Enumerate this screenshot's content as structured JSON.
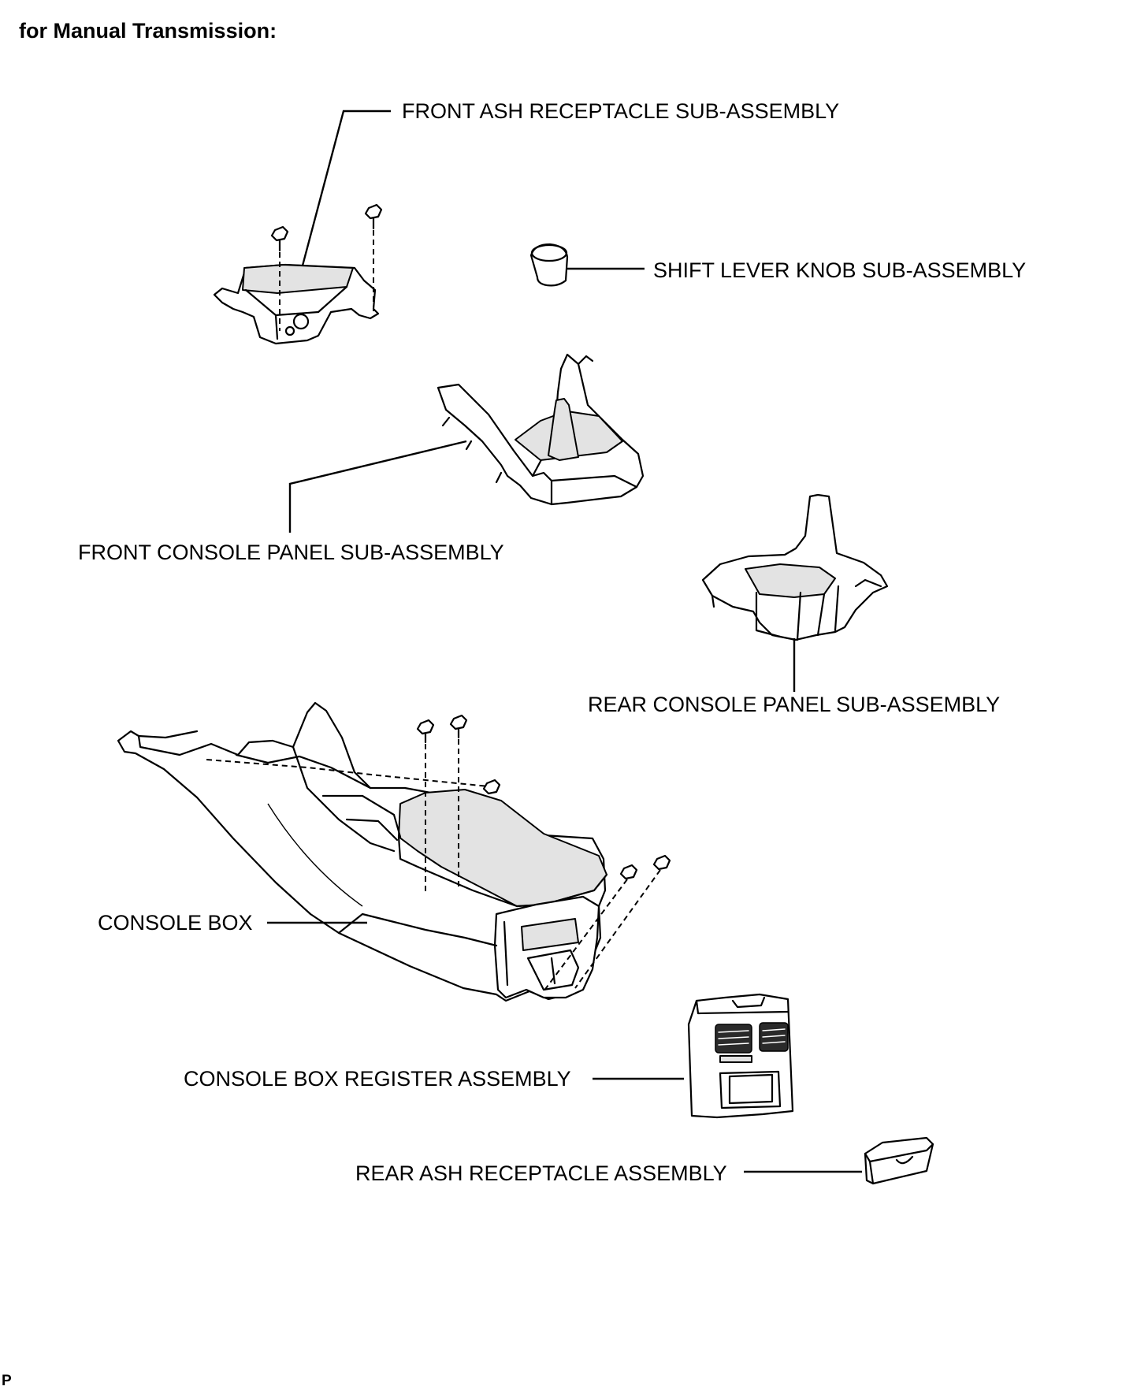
{
  "heading": "for Manual Transmission:",
  "labels": {
    "front_ash": "FRONT ASH RECEPTACLE SUB-ASSEMBLY",
    "shift_knob": "SHIFT LEVER KNOB SUB-ASSEMBLY",
    "front_console": "FRONT CONSOLE PANEL SUB-ASSEMBLY",
    "rear_console": "REAR CONSOLE PANEL SUB-ASSEMBLY",
    "console_box": "CONSOLE BOX",
    "register": "CONSOLE BOX REGISTER ASSEMBLY",
    "rear_ash": "REAR ASH RECEPTACLE ASSEMBLY"
  },
  "footer": "P"
}
